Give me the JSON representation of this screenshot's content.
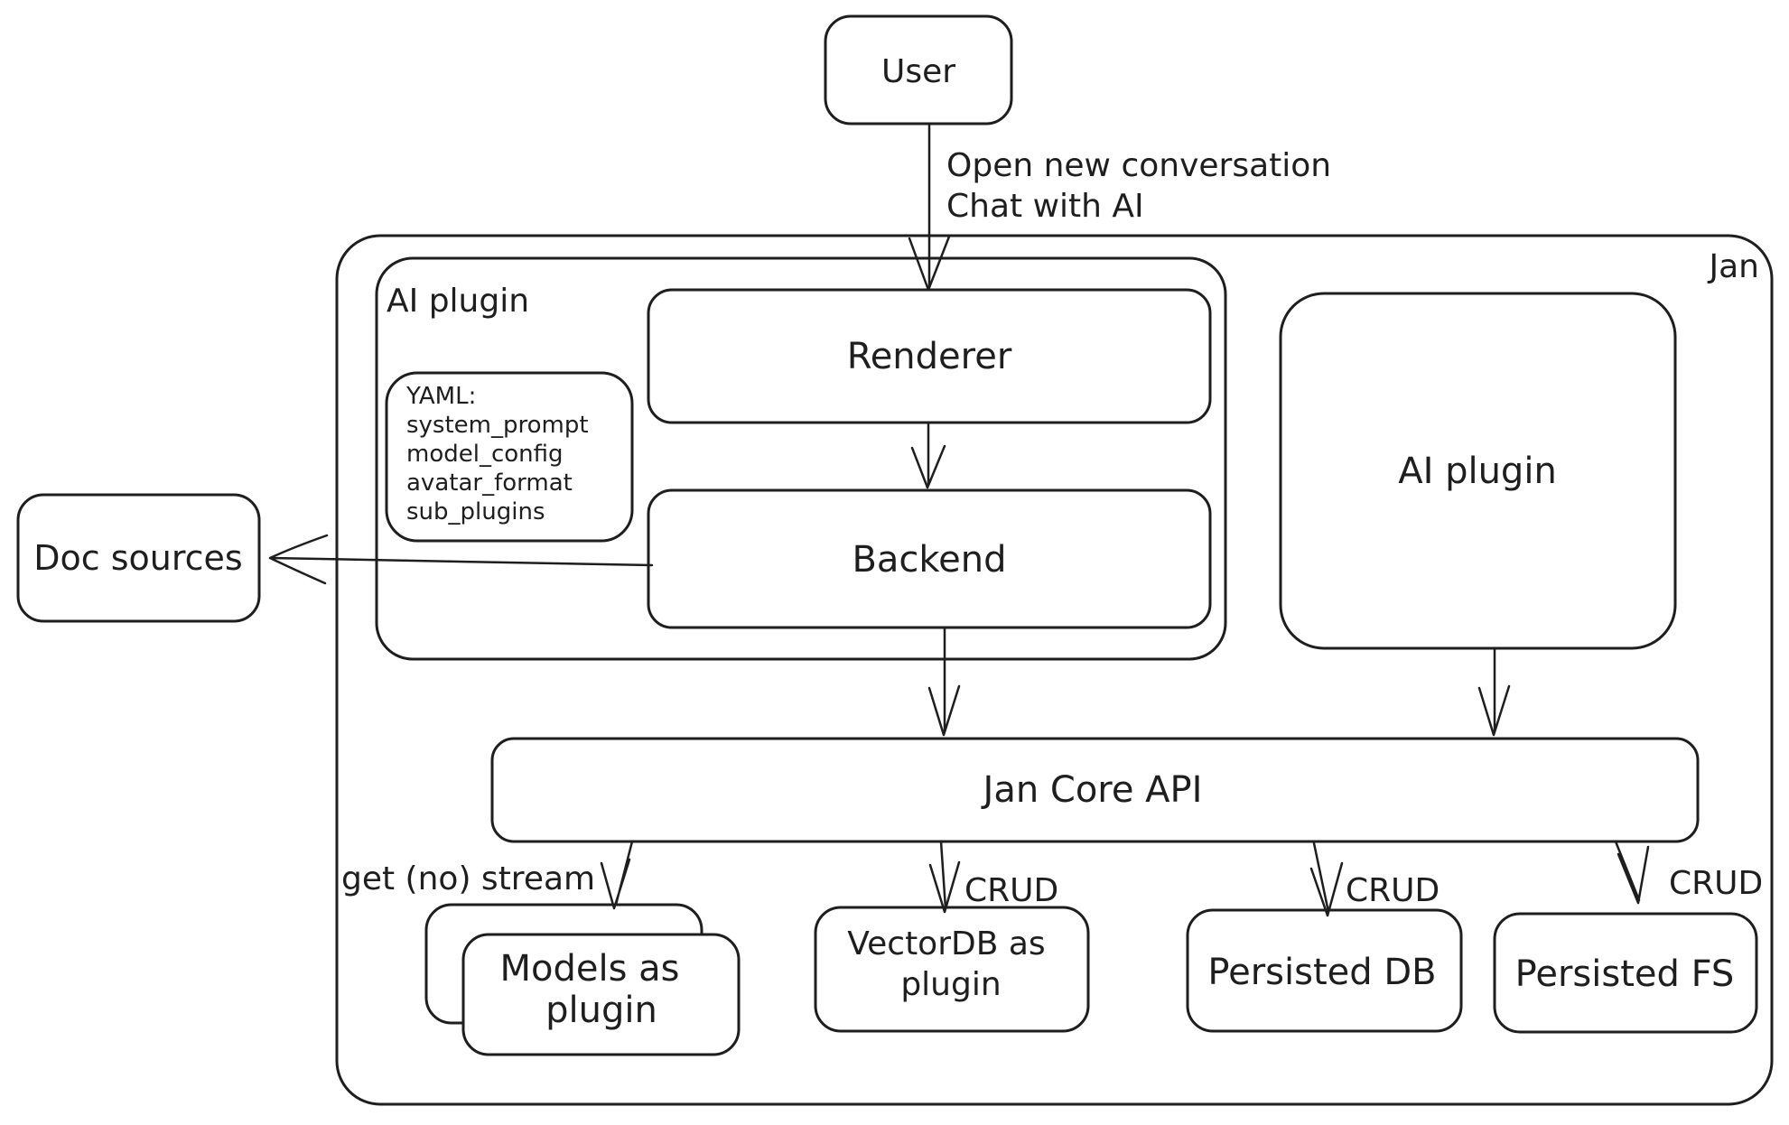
{
  "diagram": {
    "background": "#ffffff",
    "stroke_color": "#1e1e1e",
    "nodes": {
      "user": "User",
      "jan": "Jan",
      "ai_plugin_group": "AI plugin",
      "renderer": "Renderer",
      "backend": "Backend",
      "ai_plugin_box": "AI plugin",
      "doc_sources": "Doc sources",
      "jan_core_api": "Jan Core API",
      "models_as_plugin": {
        "line1": "Models as",
        "line2": "plugin"
      },
      "vectordb_as_plugin": {
        "line1": "VectorDB as",
        "line2": "plugin"
      },
      "persisted_db": "Persisted DB",
      "persisted_fs": "Persisted FS",
      "yaml_note": {
        "lines": [
          "YAML:",
          "system_prompt",
          "model_config",
          "avatar_format",
          "sub_plugins"
        ]
      }
    },
    "edge_labels": {
      "user_to_renderer": {
        "line1": "Open new conversation",
        "line2": "Chat with AI"
      },
      "core_to_models": "get (no) stream",
      "core_to_vectordb": "CRUD",
      "core_to_persisted_db": "CRUD",
      "core_to_persisted_fs": "CRUD"
    }
  }
}
